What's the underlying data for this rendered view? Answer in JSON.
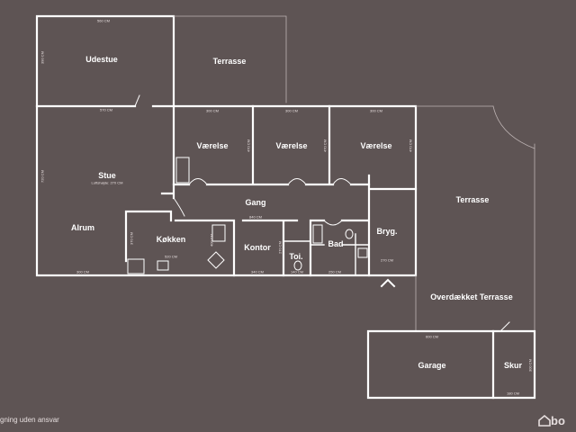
{
  "rooms": {
    "udestue": "Udestue",
    "terrasse_top": "Terrasse",
    "vaerelse1": "Værelse",
    "vaerelse2": "Værelse",
    "vaerelse3": "Værelse",
    "stue": "Stue",
    "gang": "Gang",
    "terrasse_right": "Terrasse",
    "alrum": "Alrum",
    "koekken": "Køkken",
    "kontor": "Kontor",
    "bad": "Bad",
    "bryg": "Bryg.",
    "toi": "Toi.",
    "overdaekket": "Overdækket Terrasse",
    "garage": "Garage",
    "skur": "Skur"
  },
  "sublabels": {
    "stue_height": "Loftshøjde: 270 CM"
  },
  "dimensions": {
    "udestue_top": "560 CM",
    "udestue_side": "390 CM",
    "udestue_bottom": "570 CM",
    "v1_top": "300 CM",
    "v1_side": "470 CM",
    "v2_top": "300 CM",
    "v2_side": "470 CM",
    "v3_top": "300 CM",
    "v3_side": "470 CM",
    "stue_side": "720 CM",
    "gang_bottom": "840 CM",
    "koekken_side": "370 CM",
    "koekken_mid": "400 CM",
    "koekken_bottom": "520 CM",
    "alrum_bottom": "300 CM",
    "kontor_bottom": "340 CM",
    "kontor_side": "270 CM",
    "toi_bottom": "140 CM",
    "bad_bottom": "250 CM",
    "bryg_bottom": "270 CM",
    "garage_top": "600 CM",
    "skur_bottom": "180 CM",
    "skur_side": "300 CM"
  },
  "footer": {
    "disclaimer": "gning uden ansvar",
    "logo": "bo"
  }
}
